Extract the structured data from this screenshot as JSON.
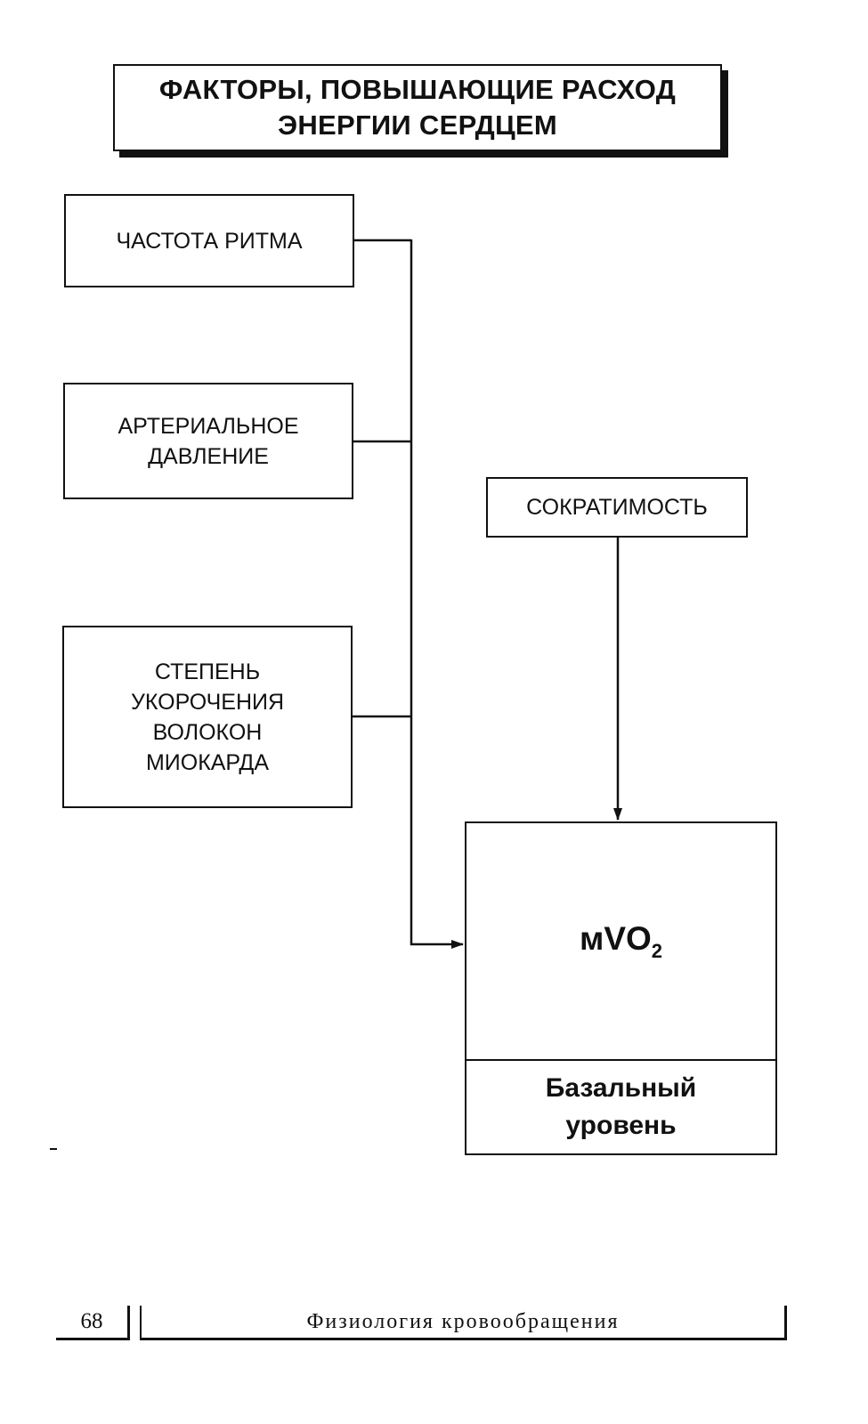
{
  "title": {
    "line1": "ФАКТОРЫ, ПОВЫШАЮЩИЕ  РАСХОД",
    "line2": "ЭНЕРГИИ СЕРДЦЕМ"
  },
  "factors": {
    "rate": {
      "lines": [
        "ЧАСТОТА РИТМА"
      ]
    },
    "pressure": {
      "lines": [
        "АРТЕРИАЛЬНОЕ",
        "ДАВЛЕНИЕ"
      ]
    },
    "shortening": {
      "lines": [
        "СТЕПЕНЬ",
        "УКОРОЧЕНИЯ",
        "ВОЛОКОН",
        "МИОКАРДА"
      ]
    },
    "contractility": {
      "label": "СОКРАТИМОСТЬ"
    }
  },
  "target": {
    "main": "мVO",
    "subscript": "2",
    "basal": {
      "line1": "Базальный",
      "line2": "уровень"
    }
  },
  "footer": {
    "page_number": "68",
    "book_title": "Физиология кровообращения"
  }
}
